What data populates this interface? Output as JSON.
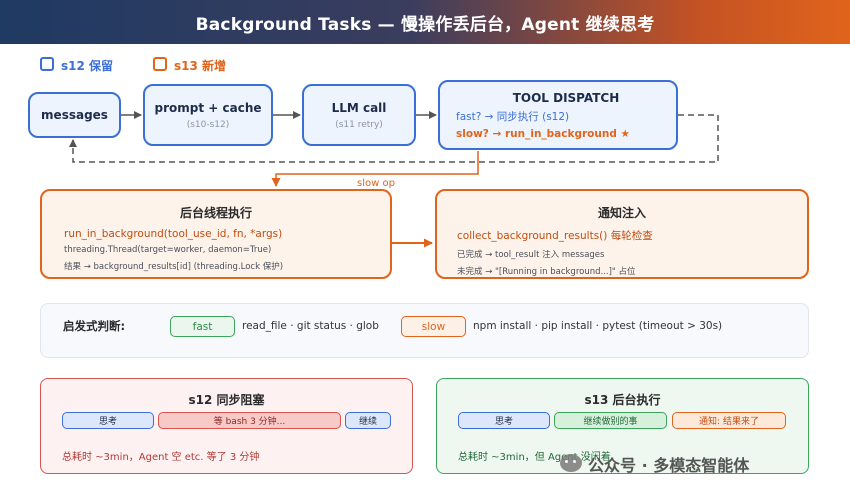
{
  "header": {
    "title": "Background Tasks — 慢操作丢后台，Agent 继续思考"
  },
  "legend": [
    {
      "label": "s12 保留",
      "color": "#3b6fd6"
    },
    {
      "label": "s13 新增",
      "color": "#e0641b"
    }
  ],
  "pipeline": {
    "messages": {
      "title": "messages"
    },
    "prompt_cache": {
      "title": "prompt + cache",
      "sub": "(s10-s12)"
    },
    "llm_call": {
      "title": "LLM call",
      "sub": "(s11 retry)"
    },
    "tool_dispatch": {
      "title": "TOOL DISPATCH",
      "fast_line": "fast? → 同步执行 (s12)",
      "slow_line": "slow? → run_in_background ★"
    },
    "slow_op_label": "slow op"
  },
  "background_thread": {
    "title": "后台线程执行",
    "line1": "run_in_background(tool_use_id, fn, *args)",
    "line2": "threading.Thread(target=worker, daemon=True)",
    "line3": "结果 → background_results[id] (threading.Lock 保护)"
  },
  "notify": {
    "title": "通知注入",
    "line1": "collect_background_results() 每轮检查",
    "line2": "已完成 → tool_result 注入 messages",
    "line3": "未完成 → \"[Running in background...]\" 占位"
  },
  "heuristics": {
    "label": "启发式判断:",
    "fast_tag": "fast",
    "fast_text": "read_file · git status · glob",
    "slow_tag": "slow",
    "slow_text": "npm install · pip install · pytest (timeout > 30s)"
  },
  "s12_panel": {
    "title": "s12 同步阻塞",
    "think": "思考",
    "wait": "等 bash 3 分钟...",
    "cont": "继续",
    "total": "总耗时 ~3min，Agent 空 etc. 等了 3 分钟"
  },
  "s13_panel": {
    "title": "s13 后台执行",
    "think": "思考",
    "cont": "继续做别的事",
    "notify": "通知: 结果来了",
    "total": "总耗时 ~3min，但 Agent 没闲着"
  },
  "watermark": "公众号 · 多模态智能体",
  "colors": {
    "blue": "#3b6fd6",
    "orange": "#e0641b",
    "red": "#d9534f",
    "green": "#3aa55b"
  }
}
